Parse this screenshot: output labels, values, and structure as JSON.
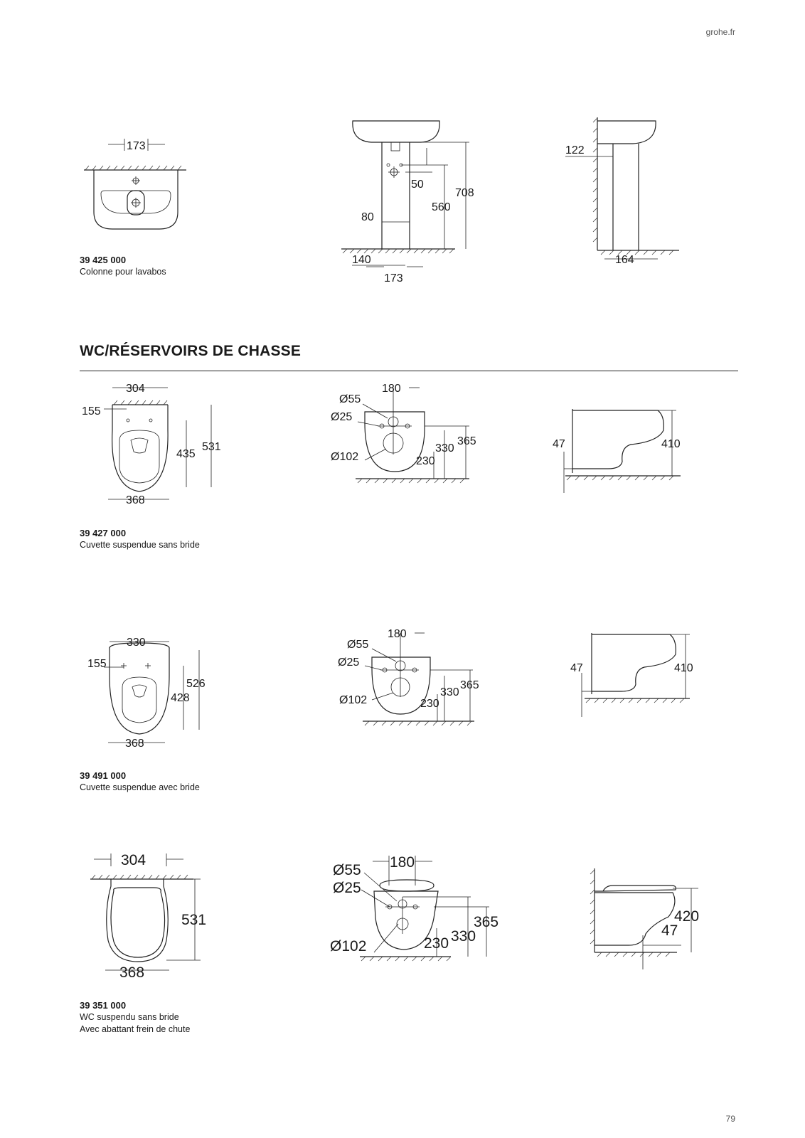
{
  "header": {
    "site": "grohe.fr"
  },
  "footer": {
    "page_number": "79"
  },
  "section": {
    "title": "WC/RÉSERVOIRS DE CHASSE"
  },
  "products": [
    {
      "ref": "39 425 000",
      "desc": [
        "Colonne pour lavabos"
      ],
      "dims": {
        "top_width": "173",
        "height_total": "708",
        "height_inner": "560",
        "offset_50": "50",
        "width_80": "80",
        "width_140": "140",
        "width_bottom": "173",
        "side_122": "122",
        "side_164": "164"
      }
    },
    {
      "ref": "39 427 000",
      "desc": [
        "Cuvette suspendue sans bride"
      ],
      "dims": {
        "w_top": "304",
        "offset": "155",
        "l_inner": "435",
        "l_total": "531",
        "w_bottom": "368",
        "d55": "Ø55",
        "d25": "Ø25",
        "d102": "Ø102",
        "h180": "180",
        "h365": "365",
        "h330": "330",
        "h230": "230",
        "s47": "47",
        "s410": "410"
      }
    },
    {
      "ref": "39 491 000",
      "desc": [
        "Cuvette suspendue avec bride"
      ],
      "dims": {
        "w_top": "330",
        "offset": "155",
        "l_inner": "428",
        "l_total": "526",
        "w_bottom": "368",
        "d55": "Ø55",
        "d25": "Ø25",
        "d102": "Ø102",
        "h180": "180",
        "h365": "365",
        "h330": "330",
        "h230": "230",
        "s47": "47",
        "s410": "410"
      }
    },
    {
      "ref": "39 351 000",
      "desc": [
        "WC suspendu sans bride",
        "Avec abattant frein de chute"
      ],
      "dims": {
        "w_top": "304",
        "l_total": "531",
        "w_bottom": "368",
        "d55": "Ø55",
        "d25": "Ø25",
        "d102": "Ø102",
        "h180": "180",
        "h365": "365",
        "h330": "330",
        "h230": "230",
        "s420": "420",
        "s47": "47"
      }
    }
  ]
}
